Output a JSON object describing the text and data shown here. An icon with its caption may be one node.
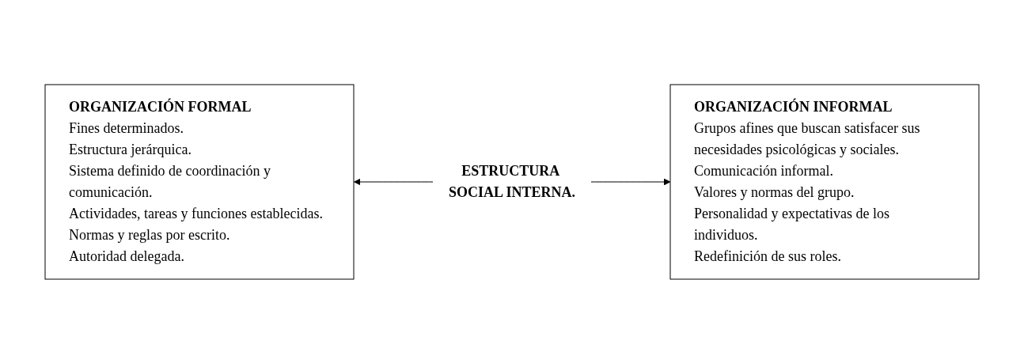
{
  "diagram": {
    "nodes": [
      {
        "text": [
          "ORGANIZACIÓN FORMAL",
          "Fines determinados.",
          "Estructura jerárquica.",
          "Sistema definido de coordinación y comunicación.",
          "Actividades, tareas y funciones establecidas.",
          "Normas y reglas por escrito.",
          "Autoridad delegada."
        ]
      },
      {
        "text": [
          "ORGANIZACIÓN INFORMAL",
          "Grupos afines que buscan satisfacer sus necesidades psicológicas y sociales.",
          "Comunicación informal.",
          "Valores y normas del grupo.",
          "Personalidad y expectativas de los individuos.",
          "Redefinición de sus roles."
        ]
      }
    ],
    "edges": [
      {
        "from": 0,
        "to": 1,
        "arrow": "both",
        "label": "ESTRUCTURA SOCIAL INTERNA."
      }
    ]
  }
}
